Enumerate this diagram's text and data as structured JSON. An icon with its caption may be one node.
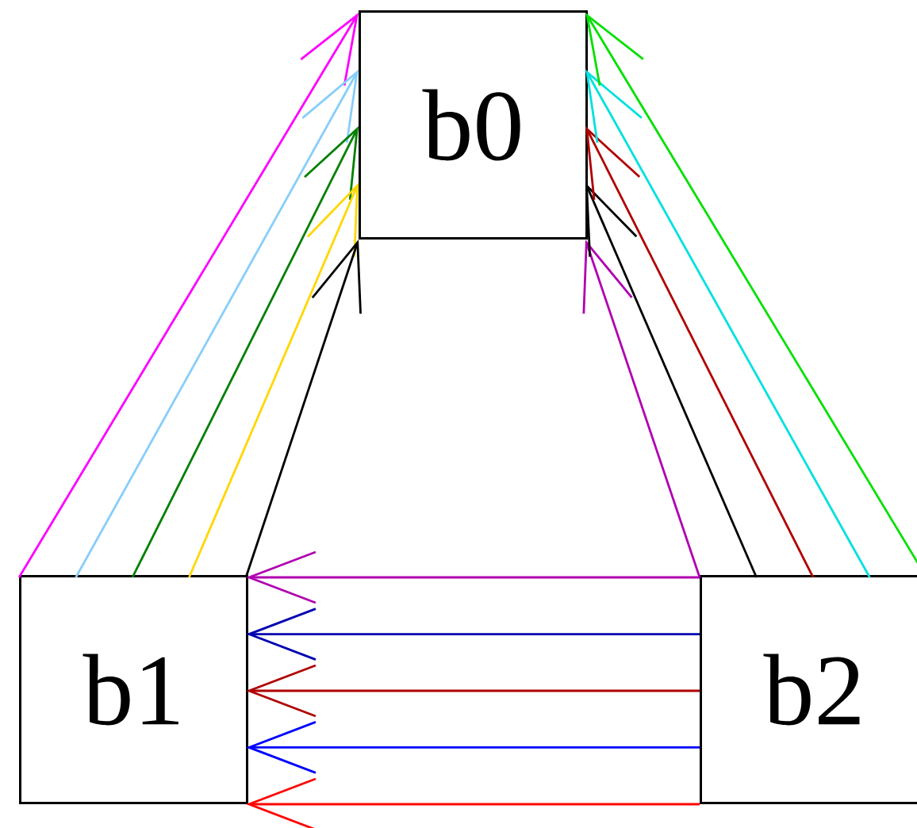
{
  "diagram": {
    "nodes": [
      {
        "text": [
          "b0"
        ]
      },
      {
        "text": [
          "b1"
        ]
      },
      {
        "text": [
          "b2"
        ]
      }
    ],
    "edges": [
      {
        "from": 1,
        "to": 0,
        "arrow": "to",
        "color": "#ff00ff"
      },
      {
        "from": 1,
        "to": 0,
        "arrow": "to",
        "color": "#87cefa"
      },
      {
        "from": 1,
        "to": 0,
        "arrow": "to",
        "color": "#008000"
      },
      {
        "from": 1,
        "to": 0,
        "arrow": "to",
        "color": "#ffd700"
      },
      {
        "from": 1,
        "to": 0,
        "arrow": "to",
        "color": "#000000"
      },
      {
        "from": 2,
        "to": 0,
        "arrow": "to",
        "color": "#b000b0"
      },
      {
        "from": 2,
        "to": 0,
        "arrow": "to",
        "color": "#000000"
      },
      {
        "from": 2,
        "to": 0,
        "arrow": "to",
        "color": "#b00000"
      },
      {
        "from": 2,
        "to": 0,
        "arrow": "to",
        "color": "#00e0e0"
      },
      {
        "from": 2,
        "to": 0,
        "arrow": "to",
        "color": "#00e000"
      },
      {
        "from": 2,
        "to": 1,
        "arrow": "to",
        "color": "#b000b0"
      },
      {
        "from": 2,
        "to": 1,
        "arrow": "to",
        "color": "#0000b0"
      },
      {
        "from": 2,
        "to": 1,
        "arrow": "to",
        "color": "#b00000"
      },
      {
        "from": 2,
        "to": 1,
        "arrow": "to",
        "color": "#0000ff"
      },
      {
        "from": 2,
        "to": 1,
        "arrow": "to",
        "color": "#ff0000"
      }
    ]
  }
}
